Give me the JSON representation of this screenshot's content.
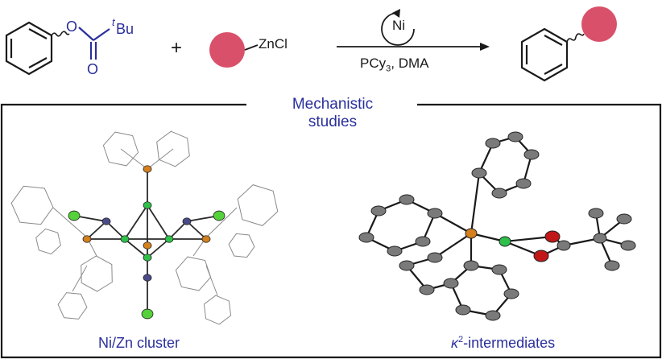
{
  "reaction": {
    "ester_oxygen": "O",
    "carbonyl_oxygen": "O",
    "tbu_prefix": "t",
    "tbu_group": "Bu",
    "plus": "+",
    "reagent": "ZnCl",
    "catalyst": "Ni",
    "conditions_a": "PCy",
    "conditions_sub": "3",
    "conditions_b": ", DMA"
  },
  "panel": {
    "title_line1": "Mechanistic",
    "title_line2": "studies",
    "left_caption": "Ni/Zn cluster",
    "right_caption_kappa": "κ",
    "right_caption_sup": "2",
    "right_caption_rest": "-intermediates"
  },
  "colors": {
    "text": "#1a1a1a",
    "accent_blue": "#2a2f9c",
    "coupling_partner": "#d9506a",
    "ni_atom": "#2fc04a",
    "zn_atom": "#4a4a88",
    "p_atom": "#d4801e",
    "o_atom": "#c01818",
    "c_atom": "#7a7a7a",
    "cl_atom": "#55d23a"
  }
}
